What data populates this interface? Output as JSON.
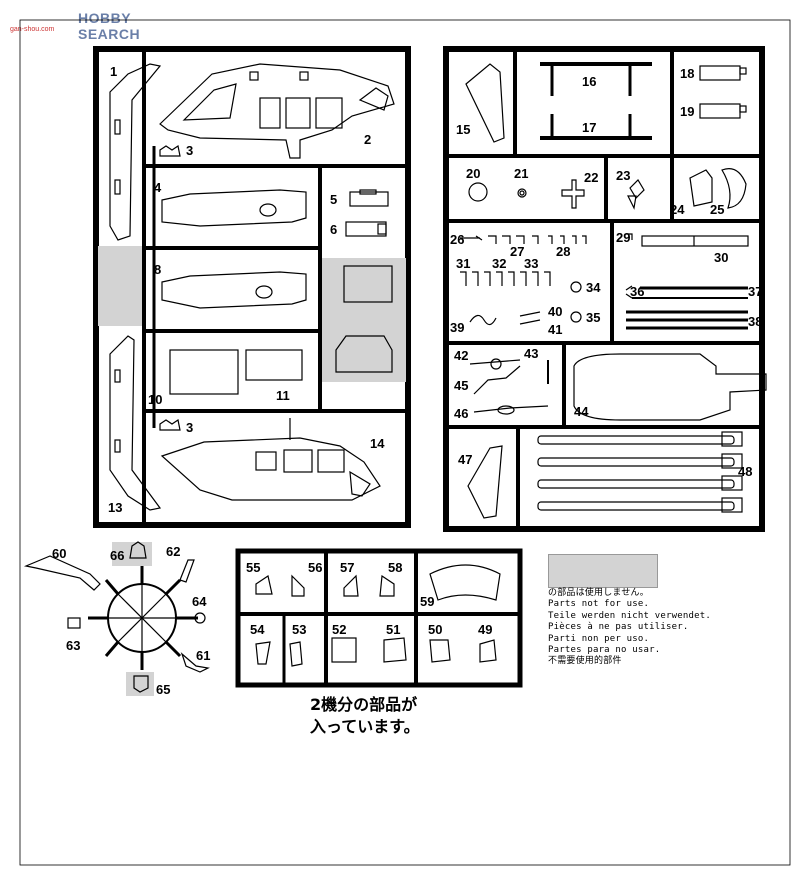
{
  "watermark": {
    "title": "HOBBY SEARCH",
    "url": "gan-shou.com"
  },
  "note": {
    "lines": [
      "の部品は使用しません。",
      "Parts not for use.",
      "Teile werden nicht verwendet.",
      "Pièces à ne pas utiliser.",
      "Parti non per uso.",
      "Partes para no usar.",
      "不需要使用的部件"
    ]
  },
  "caption": {
    "line1": "2機分の部品が",
    "line2": "入っています。"
  },
  "parts": [
    "1",
    "2",
    "3",
    "4",
    "5",
    "6",
    "8",
    "10",
    "11",
    "3",
    "13",
    "14",
    "15",
    "16",
    "17",
    "18",
    "19",
    "20",
    "21",
    "22",
    "23",
    "24",
    "25",
    "26",
    "27",
    "28",
    "29",
    "30",
    "31",
    "32",
    "33",
    "34",
    "35",
    "36",
    "37",
    "38",
    "39",
    "40",
    "41",
    "42",
    "43",
    "44",
    "45",
    "46",
    "47",
    "48",
    "49",
    "50",
    "51",
    "52",
    "53",
    "54",
    "55",
    "56",
    "57",
    "58",
    "59",
    "60",
    "61",
    "62",
    "63",
    "64",
    "65",
    "66"
  ],
  "colors": {
    "line": "#000000",
    "unused_fill": "#d3d3d3",
    "watermark_blue": "#6a7fa8"
  }
}
